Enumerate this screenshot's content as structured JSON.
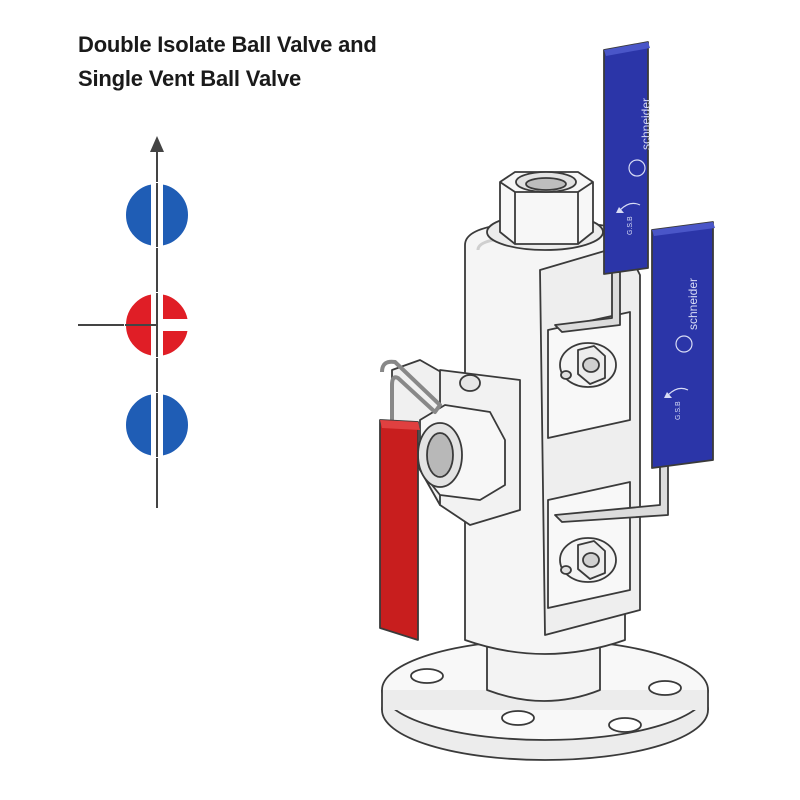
{
  "title": {
    "line1": "Double Isolate Ball Valve and",
    "line2": "Single Vent Ball Valve"
  },
  "schematic": {
    "valves": [
      {
        "role": "isolate-upper",
        "state": "open",
        "color": "#1f5db5"
      },
      {
        "role": "vent",
        "state": "closed",
        "color": "#e01e26"
      },
      {
        "role": "isolate-lower",
        "state": "open",
        "color": "#1f5db5"
      }
    ],
    "line_color": "#444444"
  },
  "illustration": {
    "handle_brand": "schneider",
    "handle_code": "G.S.B",
    "blue_handle_color": "#2b35a8",
    "red_handle_color": "#c81e1e",
    "body_color": "#f5f5f5",
    "outline_color": "#3a3a3a"
  }
}
